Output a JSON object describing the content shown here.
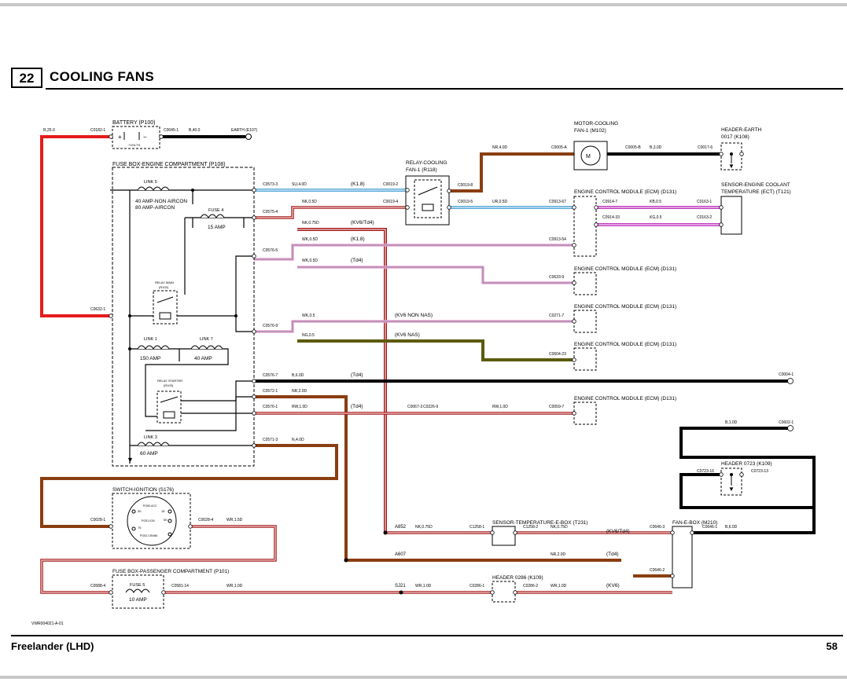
{
  "header": {
    "number": "22",
    "title": "COOLING FANS"
  },
  "footer": {
    "model": "Freelander (LHD)",
    "page": "58"
  },
  "drawing_id": "VWR004021-A-01",
  "components": {
    "battery": "BATTERY (P100)",
    "battery_note": "+VOLTS",
    "earth": "EARTH (E107)",
    "fusebox_engine": "FUSE BOX-ENGINE COMPARTMENT (P108)",
    "link5": "LINK 5",
    "link5_note1": "40 AMP-NON AIRCON",
    "link5_note2": "80 AMP-AIRCON",
    "fuse4": "FUSE 4",
    "fuse4_amp": "15 AMP",
    "relay_main": "RELAY MAIN",
    "relay_main_code": "(R102)",
    "link1": "LINK 1",
    "link1_amp": "150 AMP",
    "link7": "LINK 7",
    "link7_amp": "40 AMP",
    "relay_starter": "RELAY STARTER",
    "relay_starter_code": "(R103)",
    "link3": "LINK 3",
    "link3_amp": "60 AMP",
    "relay_cooling_1": "RELAY-COOLING",
    "relay_cooling_2": "FAN-1 (R118)",
    "motor_1": "MOTOR-COOLING",
    "motor_2": "FAN-1 (M102)",
    "header_earth_1": "HEADER-EARTH",
    "header_earth_2": "0017 (K108)",
    "ecm": "ENGINE CONTROL MODULE (ECM) (D131)",
    "sensor_ect_1": "SENSOR-ENGINE COOLANT",
    "sensor_ect_2": "TEMPERATURE (ECT) (T121)",
    "switch_ign": "SWITCH-IGNITION (S176)",
    "ign_pos1": "POS0 ACC",
    "ign_pos2": "POS1 IGN",
    "ign_pos3": "POS2 CRANK",
    "ign_t1": "30",
    "ign_t2": "15",
    "ign_t3": "50",
    "ign_t4": "75",
    "sensor_ebox": "SENSOR-TEMPERATURE-E-BOX (T231)",
    "fan_ebox": "FAN-E-BOX (M210)",
    "header_0723": "HEADER 0723 (K109)",
    "header_0286": "HEADER 0286 (K109)",
    "fusebox_pass": "FUSE BOX-PASSENGER COMPARTMENT (P101)",
    "fuse5": "FUSE 5",
    "fuse5_amp": "10 AMP"
  },
  "connectors": {
    "c0182": "C0182-1",
    "c0045": "C0045-1",
    "c0573_3": "C0573-3",
    "c0575_4": "C0575-4",
    "c0019_2": "C0019-2",
    "c0019_4": "C0019-4",
    "c0019_5": "C0019-5",
    "c0019_8": "C0019-8",
    "c0005_a": "C0005-A",
    "c0005_b": "C0005-B",
    "c0017_6": "C0017-6",
    "c0913_67": "C0913-67",
    "c0914_7": "C0914-7",
    "c0914_33": "C0914-33",
    "c0163_1": "C0163-1",
    "c0163_2": "C0163-2",
    "c0913_54": "C0913-54",
    "c0576_5": "C0576-5",
    "c0633_9": "C0633-9",
    "c0632_1": "C0632-1",
    "c0576_9": "C0576-9",
    "c0271_7": "C0271-7",
    "c0604_23": "C0604-23",
    "c0576_7": "C0576-7",
    "c0004_1": "C0004-1",
    "c0572_1": "C0572-1",
    "c0576_1": "C0576-1",
    "c0067_3": "C0067-3",
    "c0226_9": "C0226-9",
    "c0059_7": "C0059-7",
    "c0571_3": "C0571-3",
    "c0602_1": "C0602-1",
    "c0723_16": "C0723-16",
    "c0723_13": "C0723-13",
    "c0028_1": "C0028-1",
    "c0028_4": "C0028-4",
    "a852": "A852",
    "c1258_1": "C1258-1",
    "c1258_2": "C1258-2",
    "c0646_3": "C0646-3",
    "c0646_1": "C0646-1",
    "a607": "A607",
    "c0646_2": "C0646-2",
    "c0588_4": "C0588-4",
    "c0581_14": "C0581-14",
    "sj21": "SJ21",
    "c0286_1": "C0286-1",
    "c0286_2": "C0286-2"
  },
  "wires": {
    "r25": "R,25.0",
    "b40": "B,40.0",
    "su40": "SU,4.0D",
    "nk_a": "NK,0.5D",
    "nk_b": "NK,0.75D",
    "nr40": "NR,4.0D",
    "b30": "B,3.0D",
    "ur": "UR,0.5D",
    "kb": "KB,0.5",
    "kg": "KG,0.5",
    "wk_a": "WK,0.5D",
    "wk_b": "WK,0.5D",
    "wk_c": "WK,0.5",
    "ng": "NG,0.5",
    "b60": "B,6.0D",
    "nr20": "NR,2.0D",
    "rw10": "RW,1.0D",
    "rw10b": "RW,1.0D",
    "n40": "N,4.0D",
    "b10": "B,1.0D",
    "wr15": "WR,1.5D",
    "nk075": "NK,0.75D",
    "nk075b": "NK,0.75D",
    "b6": "B,6.0D",
    "nr20b": "NR,2.0D",
    "wr10": "WR,1.0D",
    "wr10b": "WR,1.0D",
    "wr10c": "WR,1.0D"
  },
  "labels": {
    "k18a": "(K1.8)",
    "kv6td4": "(KV6/Td4)",
    "k18b": "(K1.8)",
    "td4a": "(Td4)",
    "kv6nonnas": "(KV6 NON NAS)",
    "kv6nas": "(KV6 NAS)",
    "td4b": "(Td4)",
    "td4c": "(Td4)",
    "kv6td4b": "(KV6/Td4)",
    "td4d": "(Td4)",
    "kv6": "(KV6)"
  },
  "colors": {
    "red": "#e51b1b",
    "black": "#000000",
    "brown": "#8a3d10",
    "blue": "#5aa9d8",
    "magenta": "#c13cc1",
    "pink": "#e9a6da",
    "olive": "#5b5b0b",
    "darkred": "#a81a1a"
  }
}
